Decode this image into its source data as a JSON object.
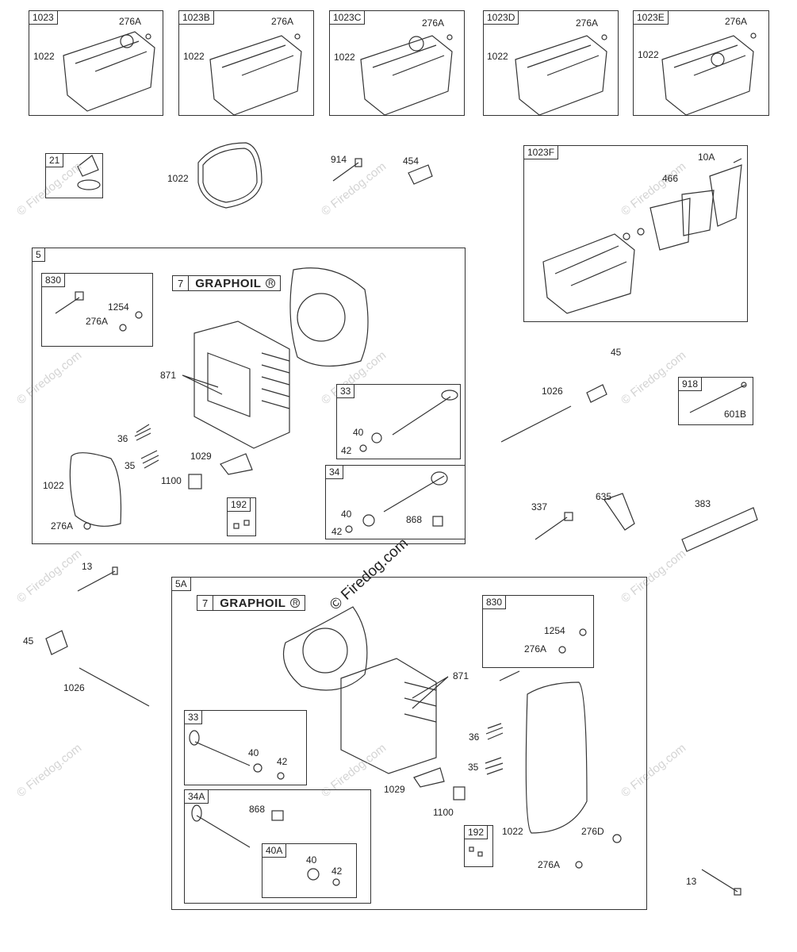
{
  "watermark": "© Firedog.com",
  "watermark_main": "© Firedog.com",
  "graphoil": {
    "num": "7",
    "name": "GRAPHOIL",
    "mark": "R"
  },
  "kits": {
    "k1023": "1023",
    "k1023B": "1023B",
    "k1023C": "1023C",
    "k1023D": "1023D",
    "k1023E": "1023E",
    "k21": "21",
    "k1023F": "1023F",
    "k5": "5",
    "k830": "830",
    "k33": "33",
    "k34": "34",
    "k192": "192",
    "k918": "918",
    "k5A": "5A",
    "k830b": "830",
    "k33b": "33",
    "k34A": "34A",
    "k40A": "40A",
    "k192b": "192"
  },
  "parts": {
    "p276A": "276A",
    "p1022": "1022",
    "p914": "914",
    "p454": "454",
    "p10A": "10A",
    "p466": "466",
    "p1254": "1254",
    "p871": "871",
    "p36": "36",
    "p35": "35",
    "p1029": "1029",
    "p1100": "1100",
    "p40": "40",
    "p42": "42",
    "p868": "868",
    "p1026": "1026",
    "p45": "45",
    "p601B": "601B",
    "p635": "635",
    "p337": "337",
    "p383": "383",
    "p13": "13",
    "p276D": "276D"
  },
  "colors": {
    "ink": "#333333",
    "watermark": "#d4d4d4"
  }
}
